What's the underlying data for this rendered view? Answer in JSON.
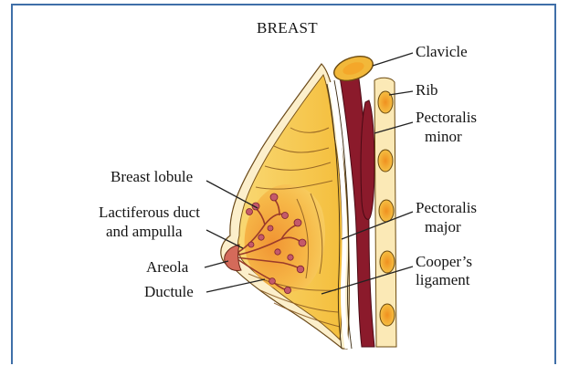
{
  "title": "BREAST",
  "labels": {
    "clavicle": "Clavicle",
    "rib": "Rib",
    "pectoralis_minor_1": "Pectoralis",
    "pectoralis_minor_2": "minor",
    "pectoralis_major_1": "Pectoralis",
    "pectoralis_major_2": "major",
    "coopers_1": "Cooper’s",
    "coopers_2": "ligament",
    "breast_lobule": "Breast lobule",
    "lactiferous_1": "Lactiferous duct",
    "lactiferous_2": "and ampulla",
    "areola": "Areola",
    "ductule": "Ductule"
  },
  "colors": {
    "frame": "#3f6fa8",
    "muscle": "#8b1a2b",
    "fat": "#f6c43a",
    "gland": "#f2a43a",
    "skin": "#fbefc8",
    "rib": "#f3c23b",
    "lobule": "#c45a6a"
  }
}
